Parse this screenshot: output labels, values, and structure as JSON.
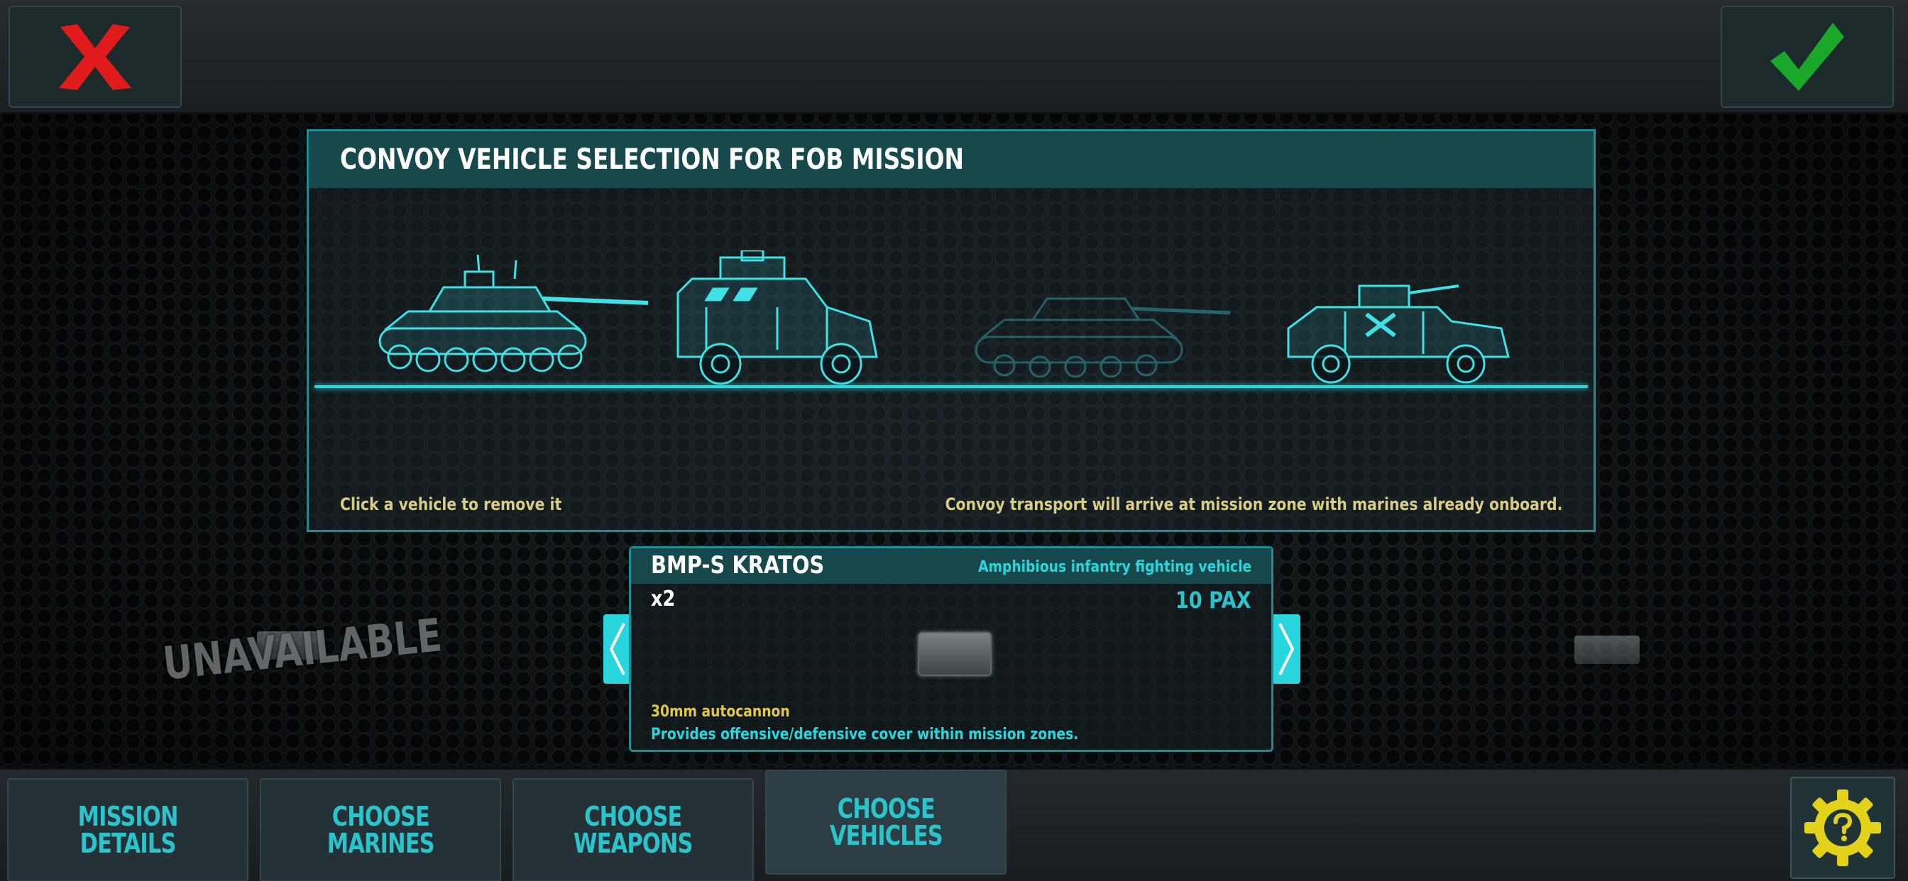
{
  "topbar": {
    "close_icon": "x-icon",
    "confirm_icon": "check-icon",
    "close_color": "#e01b1b",
    "confirm_color": "#1aa82a"
  },
  "panel": {
    "title": "CONVOY VEHICLE SELECTION FOR FOB MISSION",
    "hint_left": "Click a vehicle to remove it",
    "hint_right": "Convoy transport will arrive at mission zone with marines already onboard.",
    "slots": [
      {
        "icon": "tank-icon",
        "state": "selected"
      },
      {
        "icon": "armored-truck-icon",
        "state": "selected"
      },
      {
        "icon": "tank-icon",
        "state": "empty"
      },
      {
        "icon": "humvee-icon",
        "state": "selected"
      }
    ],
    "accent_color": "#2ad6de"
  },
  "vehicle_card": {
    "name": "BMP-S KRATOS",
    "type": "Amphibious infantry fighting vehicle",
    "quantity": "x2",
    "capacity": "10 PAX",
    "weapon": "30mm autocannon",
    "description": "Provides offensive/defensive cover within mission zones."
  },
  "carousel": {
    "prev_icon": "chevron-left-icon",
    "next_icon": "chevron-right-icon",
    "unavailable_label": "UNAVAILABLE"
  },
  "tabs": [
    {
      "label": "MISSION\nDETAILS",
      "active": false
    },
    {
      "label": "CHOOSE\nMARINES",
      "active": false
    },
    {
      "label": "CHOOSE\nWEAPONS",
      "active": false
    },
    {
      "label": "CHOOSE\nVEHICLES",
      "active": true
    }
  ],
  "help_button": {
    "icon": "gear-help-icon",
    "color": "#e3d21a"
  }
}
